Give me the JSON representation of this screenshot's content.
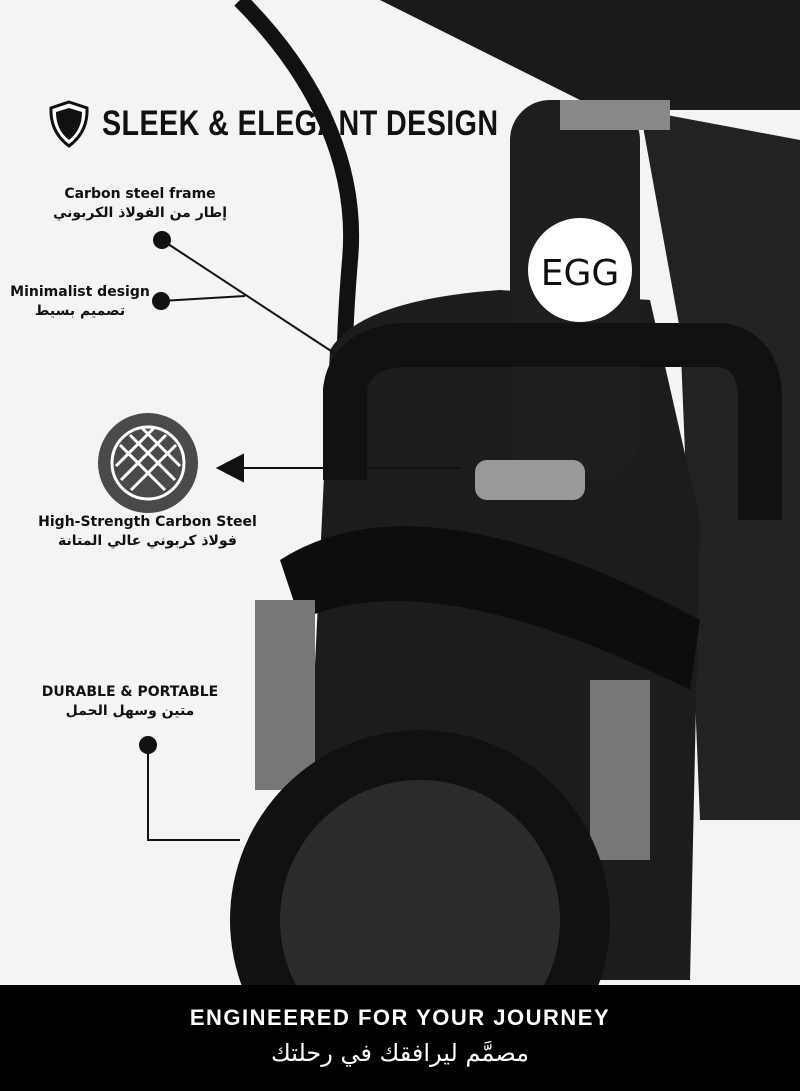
{
  "heading": {
    "icon": "shield-icon",
    "title": "SLEEK & ELEGANT DESIGN"
  },
  "product": {
    "logo_text": "EGG"
  },
  "features": [
    {
      "en": "Carbon steel frame",
      "ar": "إطار من الفولاذ الكربوني"
    },
    {
      "en": "Minimalist design",
      "ar": "تصميم بسيط"
    },
    {
      "en": "High-Strength Carbon Steel",
      "ar": "فولاذ كربوني عالي المتانة",
      "icon": "steel-mesh-badge-icon"
    },
    {
      "en": "DURABLE & PORTABLE",
      "ar": "متين وسهل الحمل"
    }
  ],
  "footer": {
    "en": "ENGINEERED FOR YOUR JOURNEY",
    "ar": "مصمَّم ليرافقك في رحلتك"
  },
  "colors": {
    "background": "#f4f4f4",
    "footer_bg": "#000000",
    "frame": "#151515",
    "badge": "#4a4a4a"
  }
}
